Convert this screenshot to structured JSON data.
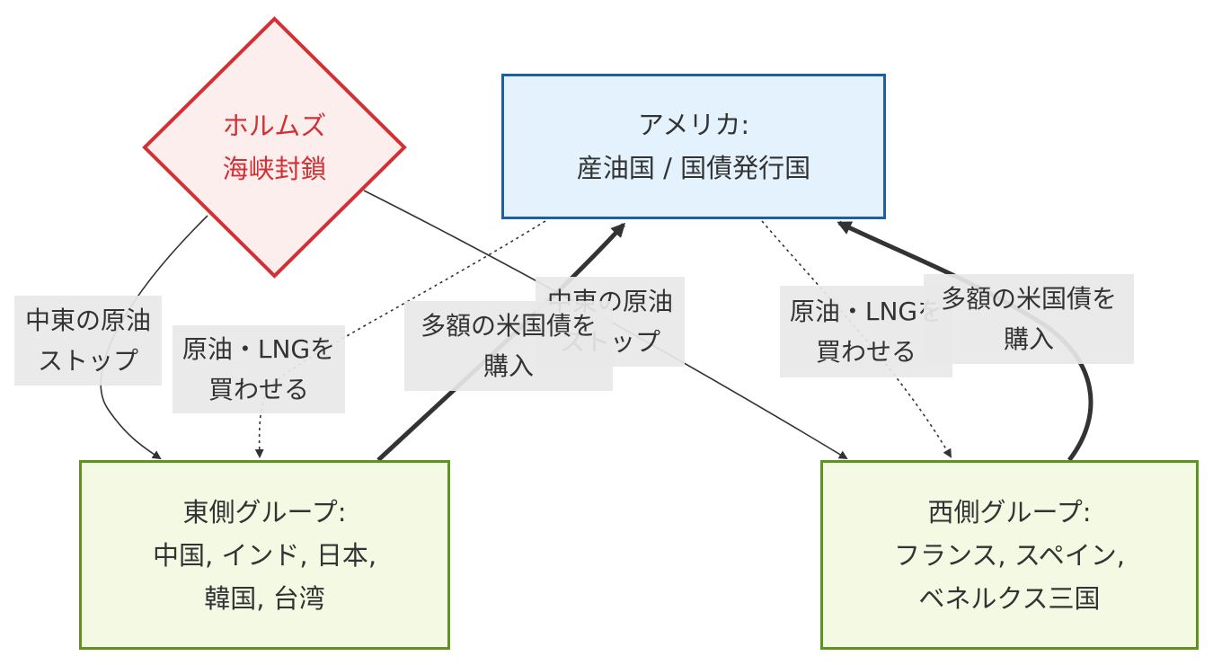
{
  "nodes": {
    "hormuz": {
      "line1": "ホルムズ",
      "line2": "海峡封鎖"
    },
    "usa": {
      "line1": "アメリカ:",
      "line2": "産油国 / 国債発行国"
    },
    "east": {
      "line1": "東側グループ:",
      "line2": "中国, インド, 日本,",
      "line3": "韓国, 台湾"
    },
    "west": {
      "line1": "西側グループ:",
      "line2": "フランス, スペイン,",
      "line3": "ベネルクス三国"
    }
  },
  "edge_labels": {
    "hormuz_to_east": {
      "line1": "中東の原油",
      "line2": "ストップ"
    },
    "hormuz_to_west": {
      "line1": "中東の原油",
      "line2": "ストップ"
    },
    "usa_to_east": {
      "line1": "原油・LNGを",
      "line2": "買わせる"
    },
    "usa_to_west": {
      "line1": "原油・LNGを",
      "line2": "買わせる"
    },
    "east_to_usa": {
      "line1": "多額の米国債を",
      "line2": "購入"
    },
    "west_to_usa": {
      "line1": "多額の米国債を",
      "line2": "購入"
    }
  },
  "colors": {
    "hormuz_fill": "#fdeeee",
    "hormuz_stroke": "#d23034",
    "usa_fill": "#e3f2fc",
    "usa_stroke": "#1f5fa0",
    "group_fill": "#f3f9e3",
    "group_stroke": "#5f9320",
    "edge": "#333333"
  }
}
